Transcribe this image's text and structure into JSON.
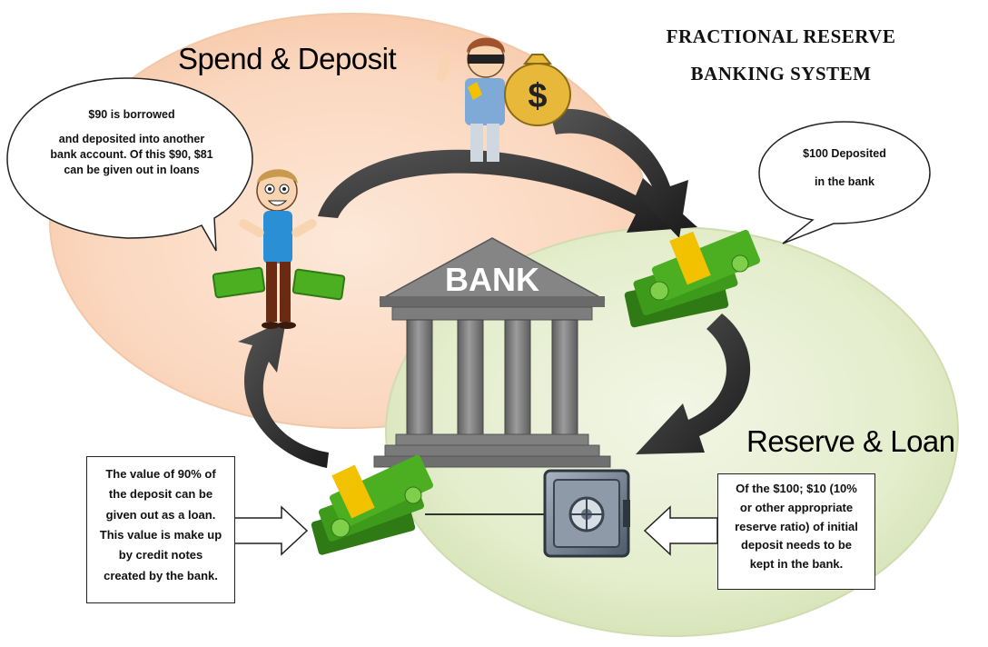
{
  "title": {
    "line1": "FRACTIONAL RESERVE",
    "line2": "BANKING SYSTEM"
  },
  "sections": {
    "spend_deposit": "Spend & Deposit",
    "reserve_loan": "Reserve & Loan"
  },
  "bank": {
    "label": "BANK"
  },
  "bubbles": {
    "borrowed": {
      "line1": "$90 is borrowed",
      "line2": "and deposited into another",
      "line3": "bank account. Of this $90, $81",
      "line4": "can be given out in loans"
    },
    "deposited": {
      "line1": "$100 Deposited",
      "line2": "in the bank"
    }
  },
  "boxes": {
    "loan_value": {
      "line1": "The value of 90% of",
      "line2": "the deposit can be",
      "line3": "given out as a loan.",
      "line4": "This value is make up",
      "line5": "by credit notes",
      "line6": "created by the bank."
    },
    "reserve": {
      "line1": "Of the $100; $10 (10%",
      "line2": "or other appropriate",
      "line3": "reserve ratio) of initial",
      "line4": "deposit needs to be",
      "line5": "kept in the bank."
    }
  },
  "money_bag_symbol": "$",
  "colors": {
    "spend_circle": "#fbd6bd",
    "reserve_circle": "#e2ecc9",
    "arrow": "#2e2e2e",
    "bank": "#7d7d7d",
    "money": "#3d9a1a"
  },
  "icons": [
    "bank-icon",
    "money-stack-icon",
    "money-bag-icon",
    "safe-icon",
    "person-icon",
    "thief-icon"
  ]
}
